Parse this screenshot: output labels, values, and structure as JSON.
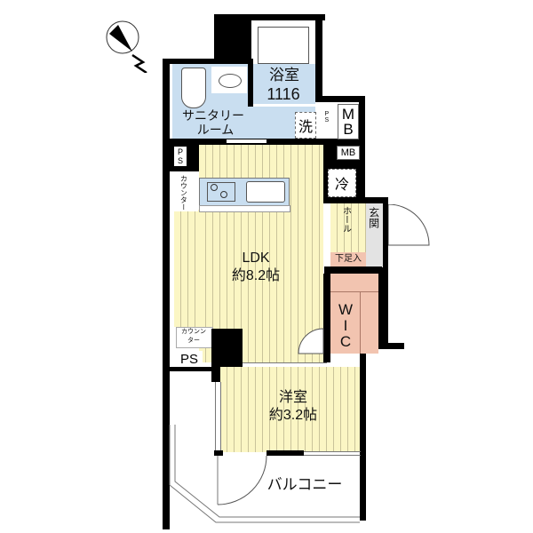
{
  "compass": {
    "north_label": "N"
  },
  "rooms": {
    "bathroom": {
      "name": "浴室",
      "size": "1116"
    },
    "sanitary": {
      "line1": "サニタリー",
      "line2": "ルーム"
    },
    "washer": "洗",
    "ps_small_1": "PS",
    "mb_large": {
      "line1": "M",
      "line2": "B"
    },
    "mb_small": "MB",
    "ps_small_2": "PS",
    "counter_top": "カウンター",
    "fridge": "冷",
    "hall": "ホール",
    "entrance": "玄関",
    "shoe_box": "下足入",
    "ldk": {
      "name": "LDK",
      "size": "約8.2帖"
    },
    "wic": {
      "line1": "W",
      "line2": "I",
      "line3": "C"
    },
    "counter_bottom": {
      "line1": "カウンン",
      "line2": "ター"
    },
    "ps_large": "PS",
    "western_room": {
      "name": "洋室",
      "size": "約3.2帖"
    },
    "balcony": "バルコニー"
  },
  "colors": {
    "floor": "#fbf6c4",
    "wet_area": "#c9def0",
    "storage": "#f2c4b0",
    "entrance": "#e3e3e3",
    "wall": "#000000"
  }
}
